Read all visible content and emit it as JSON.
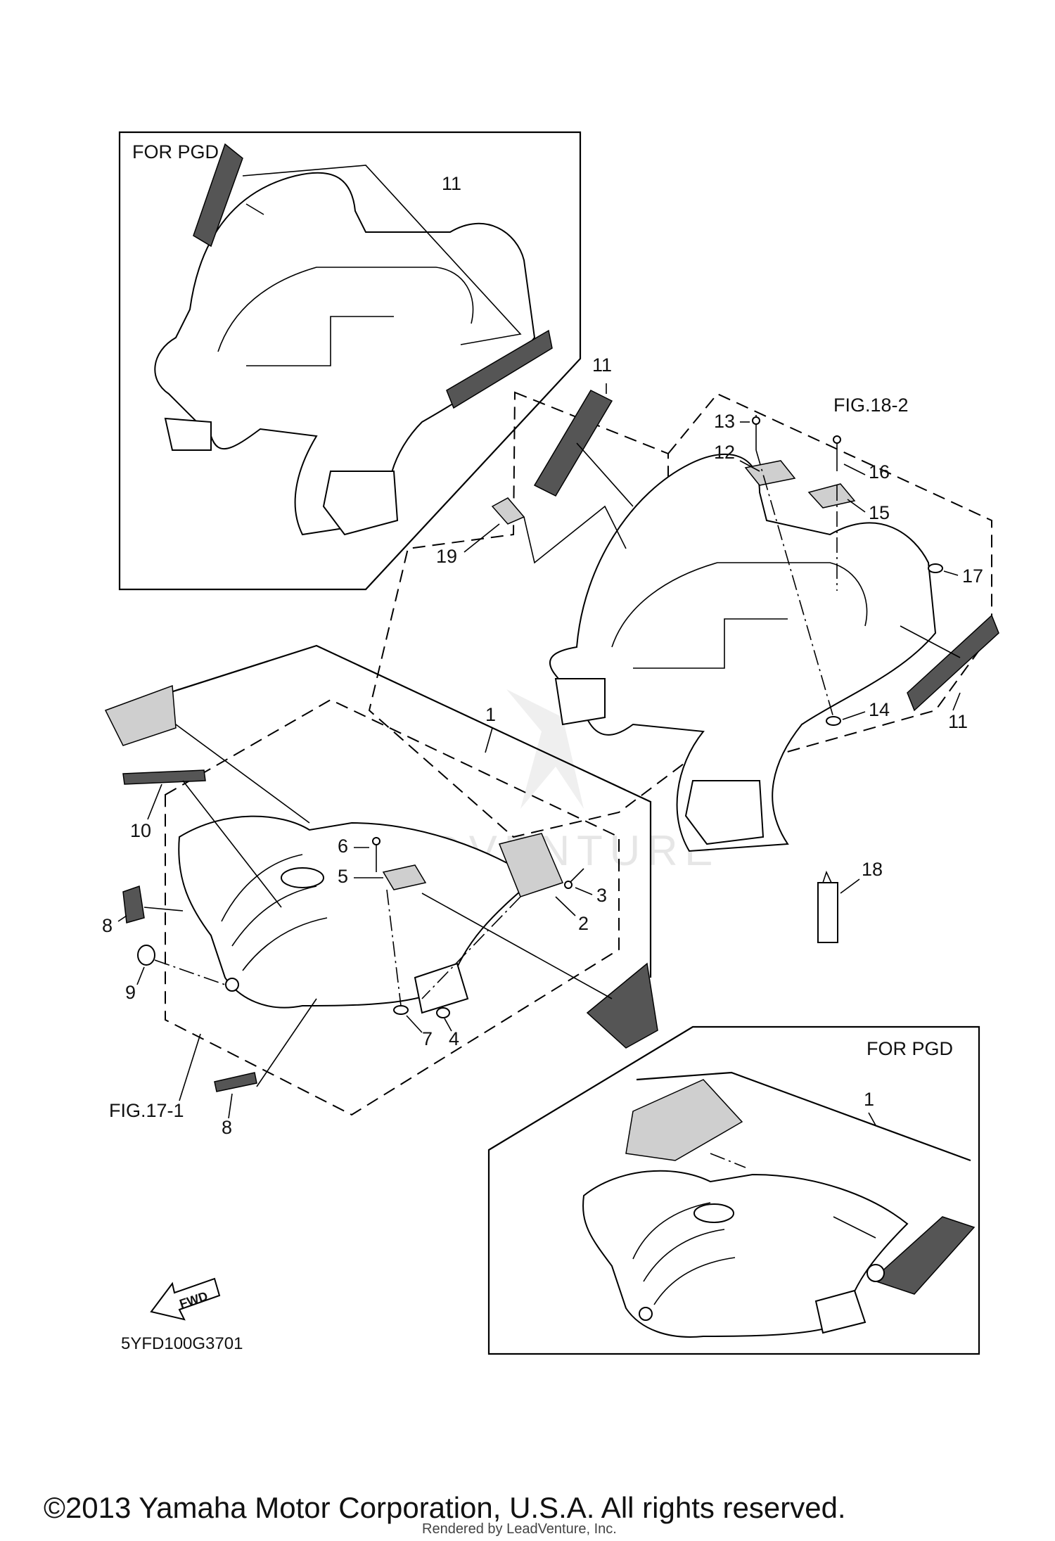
{
  "insets": {
    "top_left_label": "FOR PGD",
    "bottom_right_label": "FOR PGD"
  },
  "references": {
    "fig_18_2": "FIG.18-2",
    "fig_17_1": "FIG.17-1"
  },
  "callouts": {
    "c1_inset_top_11": "11",
    "c2_decal_11": "11",
    "c3_13": "13",
    "c4_12": "12",
    "c5_16": "16",
    "c6_15": "15",
    "c7_19": "19",
    "c8_17": "17",
    "c9_14": "14",
    "c10_11_right": "11",
    "c11_1": "1",
    "c12_6": "6",
    "c13_5": "5",
    "c14_10": "10",
    "c15_3": "3",
    "c16_2": "2",
    "c17_8": "8",
    "c18_9": "9",
    "c19_7": "7",
    "c20_4": "4",
    "c21_8_bottom": "8",
    "c22_18": "18",
    "c23_inset_bottom_1": "1"
  },
  "direction_marker": "FWD",
  "diagram_code": "5YFD100G3701",
  "copyright": "©2013 Yamaha Motor Corporation, U.S.A. All rights reserved.",
  "rendered_by": "Rendered by LeadVenture, Inc.",
  "watermark": "LEADVENTURE"
}
